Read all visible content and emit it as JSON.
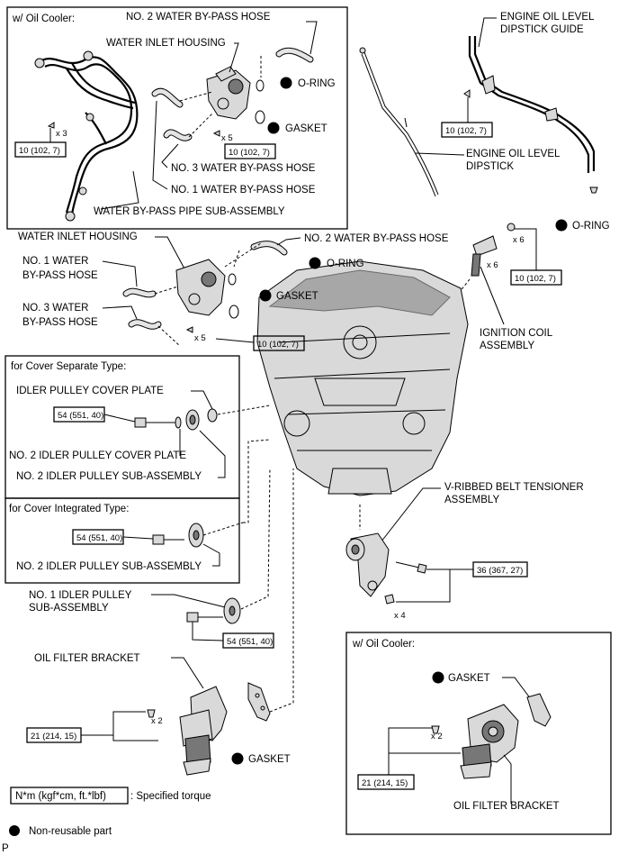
{
  "footer": {
    "page_letter": "P",
    "torque_legend_box": "N*m (kgf*cm, ft.*lbf)",
    "torque_legend_text": ": Specified torque",
    "nonreusable_text": "Non-reusable part"
  },
  "oil_cooler_top": {
    "title": "w/ Oil Cooler:",
    "no2_hose": "NO. 2 WATER BY-PASS HOSE",
    "inlet_housing": "WATER INLET HOUSING",
    "oring": "O-RING",
    "gasket": "GASKET",
    "x3": "x 3",
    "x5": "x 5",
    "torque_left": "10 (102, 7)",
    "torque_right": "10 (102, 7)",
    "no3_hose": "NO. 3 WATER BY-PASS HOSE",
    "no1_hose": "NO. 1 WATER BY-PASS HOSE",
    "pipe": "WATER BY-PASS PIPE SUB-ASSEMBLY"
  },
  "dipstick": {
    "guide_1": "ENGINE OIL LEVEL",
    "guide_2": "DIPSTICK GUIDE",
    "torque": "10 (102, 7)",
    "dip_1": "ENGINE OIL LEVEL",
    "dip_2": "DIPSTICK",
    "oring": "O-RING"
  },
  "ignition": {
    "x6a": "x 6",
    "x6b": "x 6",
    "torque": "10 (102, 7)",
    "label_1": "IGNITION COIL",
    "label_2": "ASSEMBLY"
  },
  "water_main": {
    "inlet_housing": "WATER INLET HOUSING",
    "no2_hose": "NO. 2 WATER BY-PASS HOSE",
    "oring": "O-RING",
    "no1_hose_1": "NO. 1 WATER",
    "no1_hose_2": "BY-PASS HOSE",
    "gasket": "GASKET",
    "no3_hose_1": "NO. 3 WATER",
    "no3_hose_2": "BY-PASS HOSE",
    "x5": "x 5",
    "torque": "10 (102, 7)"
  },
  "cover_separate": {
    "title": "for Cover Separate Type:",
    "cover_plate": "IDLER PULLEY COVER PLATE",
    "torque": "54 (551, 40)",
    "no2_cover_plate": "NO. 2 IDLER PULLEY COVER PLATE",
    "no2_pulley": "NO. 2 IDLER PULLEY SUB-ASSEMBLY"
  },
  "cover_integrated": {
    "title": "for Cover Integrated Type:",
    "torque": "54 (551, 40)",
    "no2_pulley": "NO. 2 IDLER PULLEY SUB-ASSEMBLY"
  },
  "idler": {
    "label_1": "NO. 1 IDLER PULLEY",
    "label_2": "SUB-ASSEMBLY",
    "torque": "54 (551, 40)"
  },
  "tensioner": {
    "label_1": "V-RIBBED BELT TENSIONER",
    "label_2": "ASSEMBLY",
    "torque": "36 (367, 27)",
    "x4": "x 4"
  },
  "oil_filter": {
    "bracket": "OIL FILTER BRACKET",
    "x2": "x 2",
    "torque": "21 (214, 15)",
    "gasket": "GASKET"
  },
  "oil_cooler_bottom": {
    "title": "w/ Oil Cooler:",
    "gasket": "GASKET",
    "x2": "x 2",
    "torque": "21 (214, 15)",
    "bracket": "OIL FILTER BRACKET"
  }
}
